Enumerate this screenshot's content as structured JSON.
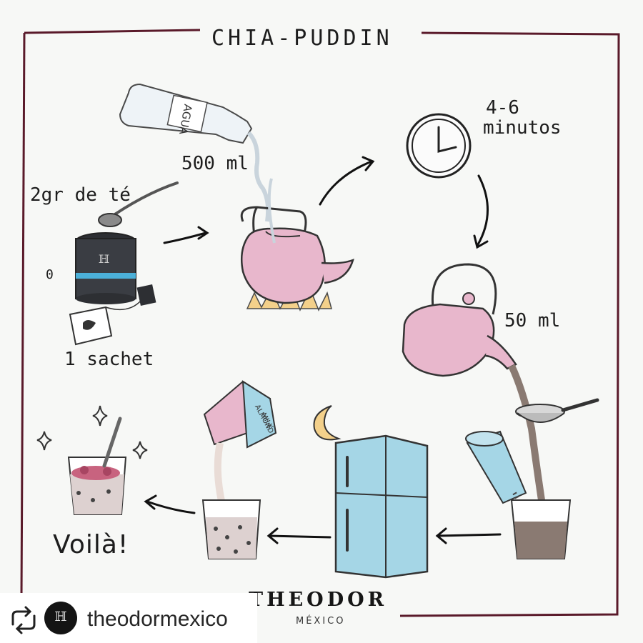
{
  "title": "CHIA-PUDDIN",
  "labels": {
    "water": "500 ml",
    "tea": "2gr de té",
    "zero": "0",
    "sachet": "1 sachet",
    "time_line1": "4-6",
    "time_line2": "minutos",
    "pour": "50 ml",
    "voila": "Voilà!"
  },
  "bottle_text": "AGUA",
  "carton_text_1": "ALMOND",
  "carton_text_2": "MILK",
  "brand": {
    "name": "THEODOR",
    "sub": "MÉXICO"
  },
  "repost": {
    "handle": "theodormexico",
    "icon": "repost-icon",
    "avatar_icon": "theodor-logo-icon"
  },
  "colors": {
    "frame": "#5a1a2a",
    "kettle": "#e8b7cc",
    "fridge": "#a5d6e6",
    "tin": "#2d2f33",
    "tin_stripe": "#4bb0d8",
    "flame": "#f3d08a"
  }
}
